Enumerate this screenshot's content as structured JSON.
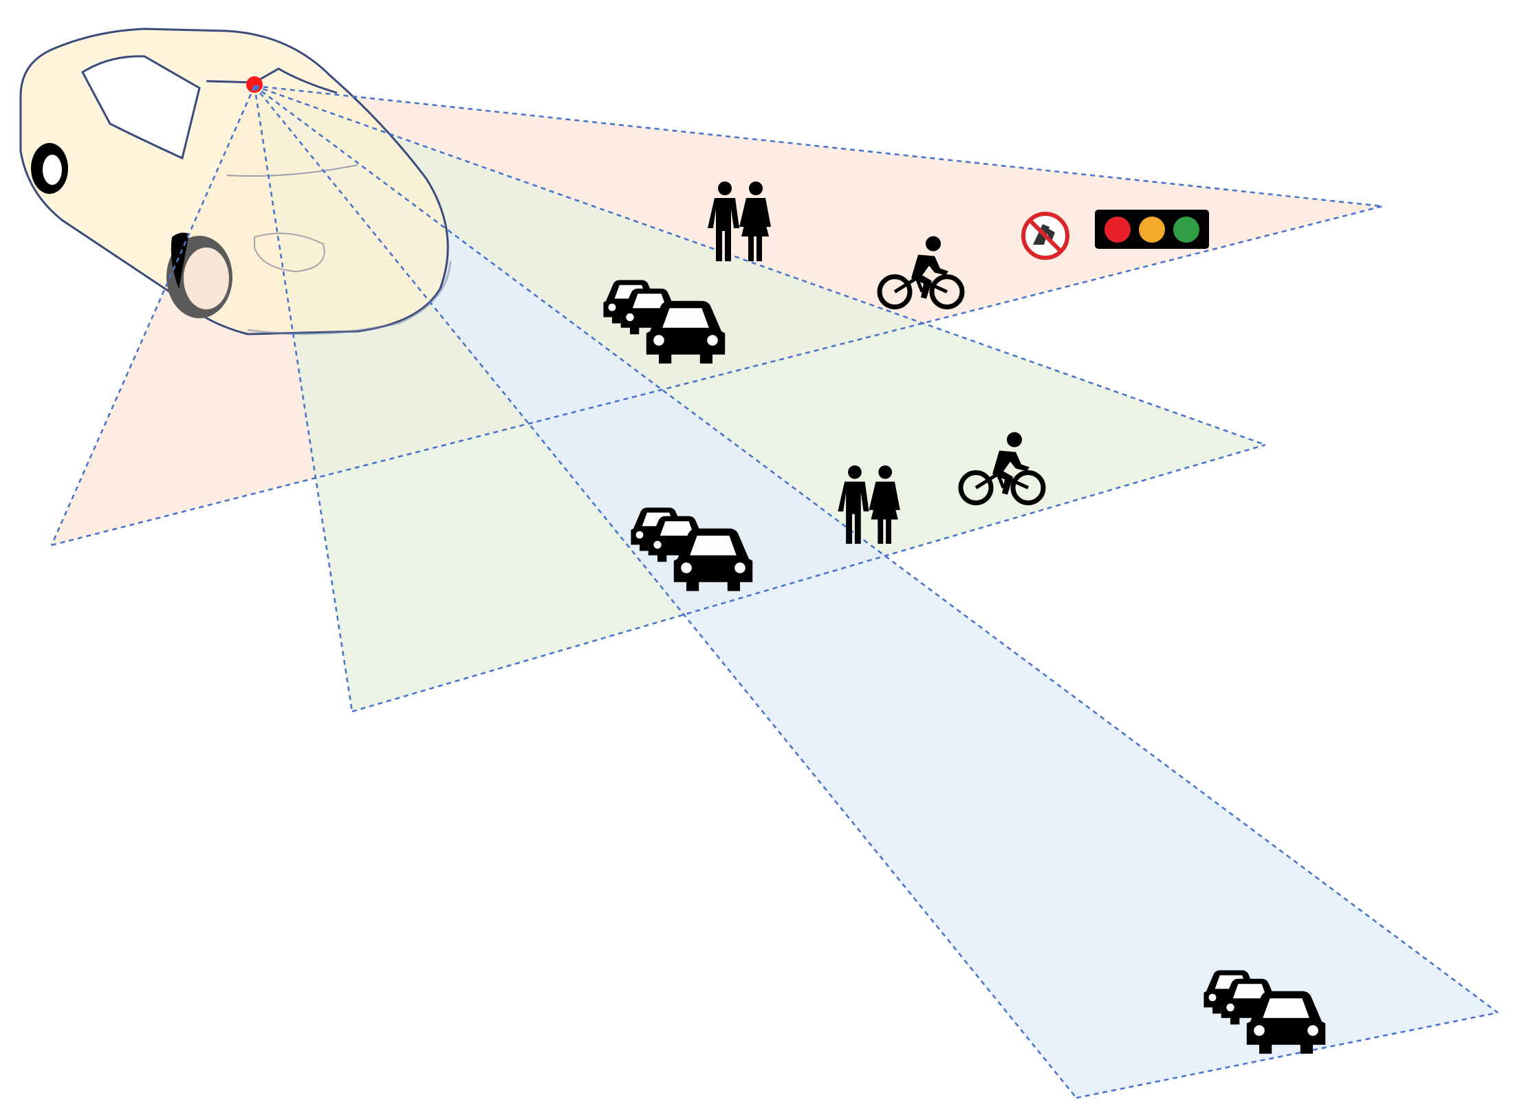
{
  "diagram": {
    "description_free": true,
    "colors": {
      "wide_zone": "#fbe9dc",
      "medium_zone": "#e8f1e0",
      "narrow_zone": "#e6eefa",
      "fov_edge": "#4a74c9",
      "car_body": "#fdf1d0",
      "car_outline": "#3a4a7a",
      "sensor": "#ff1a1a",
      "icon": "#000000",
      "no_sign_ring": "#d9262b",
      "traffic_red": "#e8202a",
      "traffic_amber": "#f4a92a",
      "traffic_green": "#2f9e44"
    },
    "zones": [
      {
        "name": "wide-range-zone",
        "objects": [
          "pedestrians-icon",
          "cyclist-icon",
          "no-sign-icon",
          "traffic-light-icon",
          "cars-icon"
        ]
      },
      {
        "name": "medium-range-zone",
        "objects": [
          "pedestrians-icon",
          "cyclist-icon",
          "cars-icon"
        ]
      },
      {
        "name": "long-range-zone",
        "objects": [
          "cars-icon"
        ]
      }
    ]
  }
}
